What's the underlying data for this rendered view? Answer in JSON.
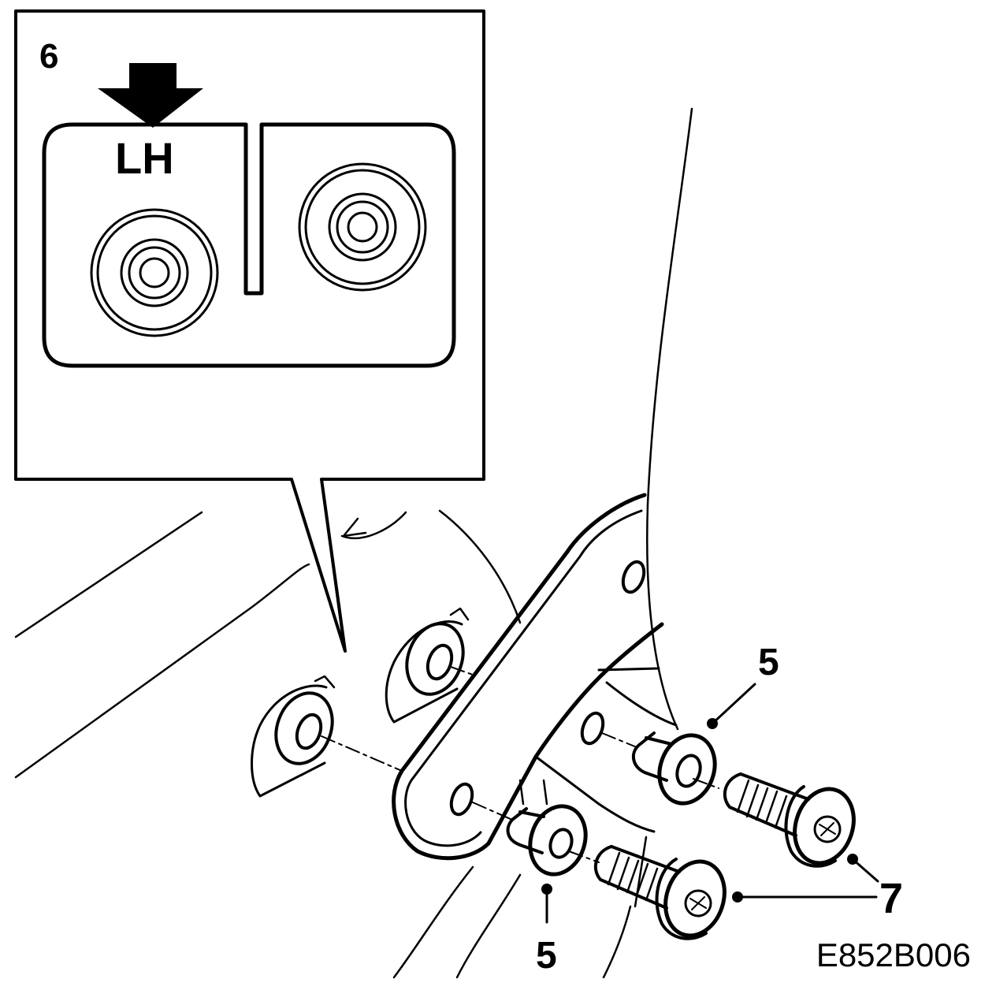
{
  "inset": {
    "callout_number": "6",
    "orientation_label": "LH"
  },
  "callouts": {
    "spacer_upper": "5",
    "spacer_lower": "5",
    "bolts": "7"
  },
  "figure_code": "E852B006"
}
